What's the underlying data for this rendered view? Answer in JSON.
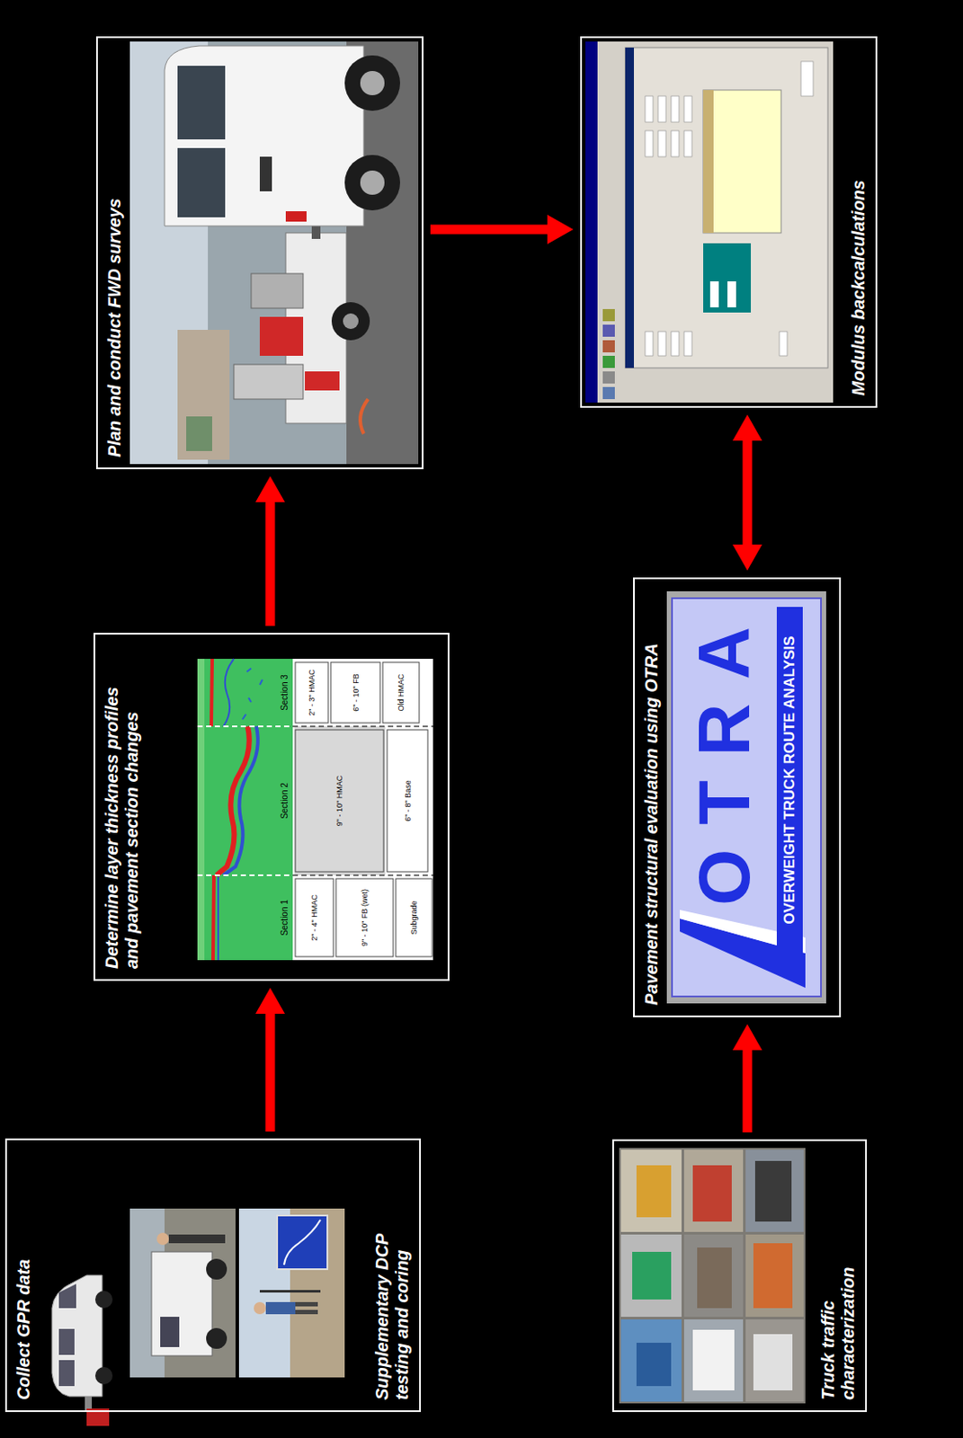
{
  "diagram": {
    "nodes": [
      {
        "text": [
          "Collect GPR data",
          "Supplementary DCP testing and coring"
        ]
      },
      {
        "text": [
          "Determine layer thickness profiles and pavement section changes"
        ]
      },
      {
        "text": [
          "Plan and conduct FWD surveys"
        ]
      },
      {
        "text": [
          "Modulus backcalculations"
        ]
      },
      {
        "text": [
          "Pavement structural evaluation using OTRA"
        ]
      },
      {
        "text": [
          "Truck traffic characterization"
        ]
      }
    ],
    "edges": [
      {
        "from": 0,
        "to": 1,
        "arrow": "to"
      },
      {
        "from": 1,
        "to": 2,
        "arrow": "to"
      },
      {
        "from": 2,
        "to": 3,
        "arrow": "to"
      },
      {
        "from": 3,
        "to": 4,
        "arrow": "both"
      },
      {
        "from": 5,
        "to": 4,
        "arrow": "to"
      }
    ],
    "labels": [
      "Section 1",
      "Section 2",
      "Section 3",
      "2\" - 4\" HMAC",
      "9\" - 10\" FB (wet)",
      "Subgrade",
      "9\" - 10\" HMAC",
      "6\" - 8\" Base",
      "2\" - 3\" HMAC",
      "6\" - 10\" FB",
      "Old HMAC",
      "OTRA",
      "OVERWEIGHT TRUCK ROUTE ANALYSIS"
    ]
  }
}
